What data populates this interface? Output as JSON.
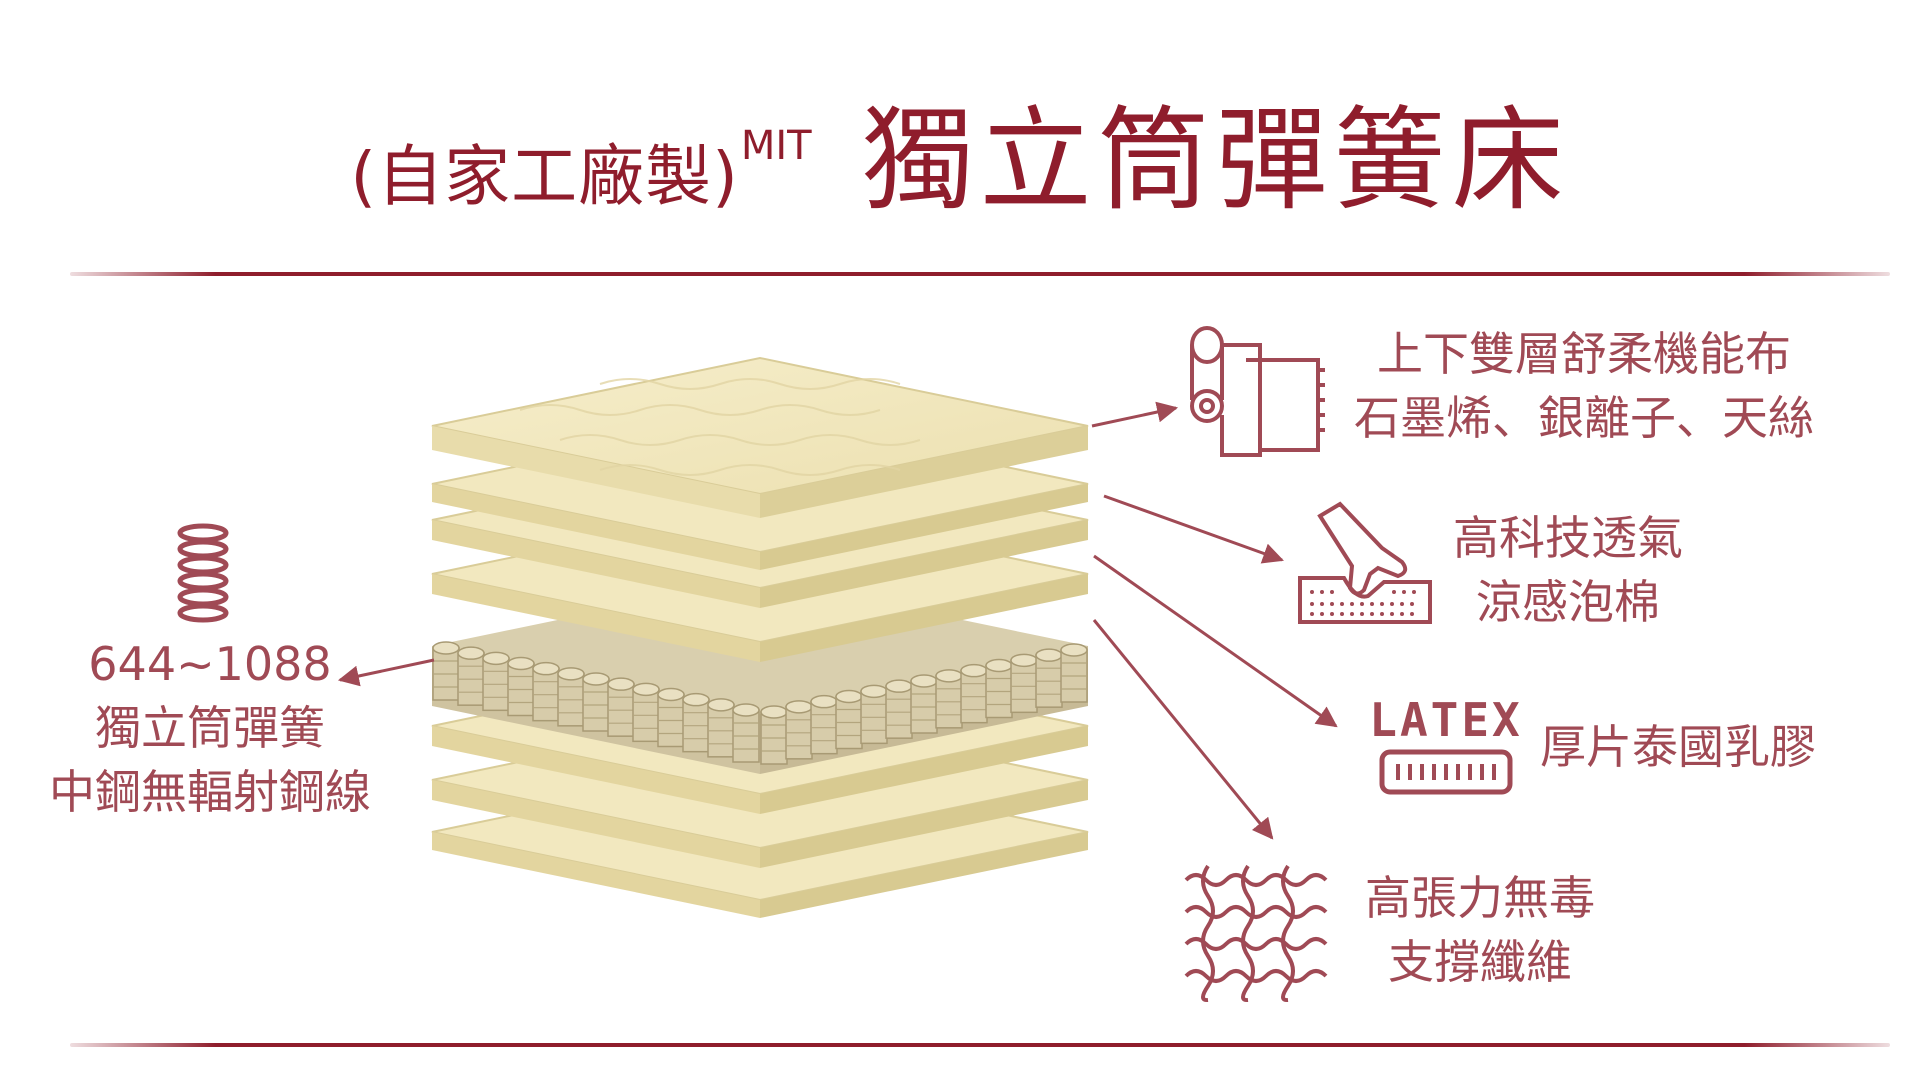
{
  "title": {
    "subtitle": "(自家工廠製)",
    "sup": "MIT",
    "main": "獨立筒彈簧床"
  },
  "colors": {
    "accent": "#8f1d2c",
    "muted": "#a04a55",
    "layer": "#f1e6bd"
  },
  "spring": {
    "icon": "spring-coil-icon",
    "line1": "644~1088",
    "line2": "獨立筒彈簧",
    "line3": "中鋼無輻射鋼線"
  },
  "fabric": {
    "icon": "fabric-roll-icon",
    "line1": "上下雙層舒柔機能布",
    "line2": "石墨烯、銀離子、天絲"
  },
  "foam": {
    "icon": "hand-press-foam-icon",
    "line1": "高科技透氣",
    "line2": "涼感泡棉"
  },
  "latex": {
    "icon": "latex-block-icon",
    "icon_text": "LATEX",
    "label": "厚片泰國乳膠"
  },
  "fiber": {
    "icon": "woven-fiber-icon",
    "line1": "高張力無毒",
    "line2": "支撐纖維"
  }
}
